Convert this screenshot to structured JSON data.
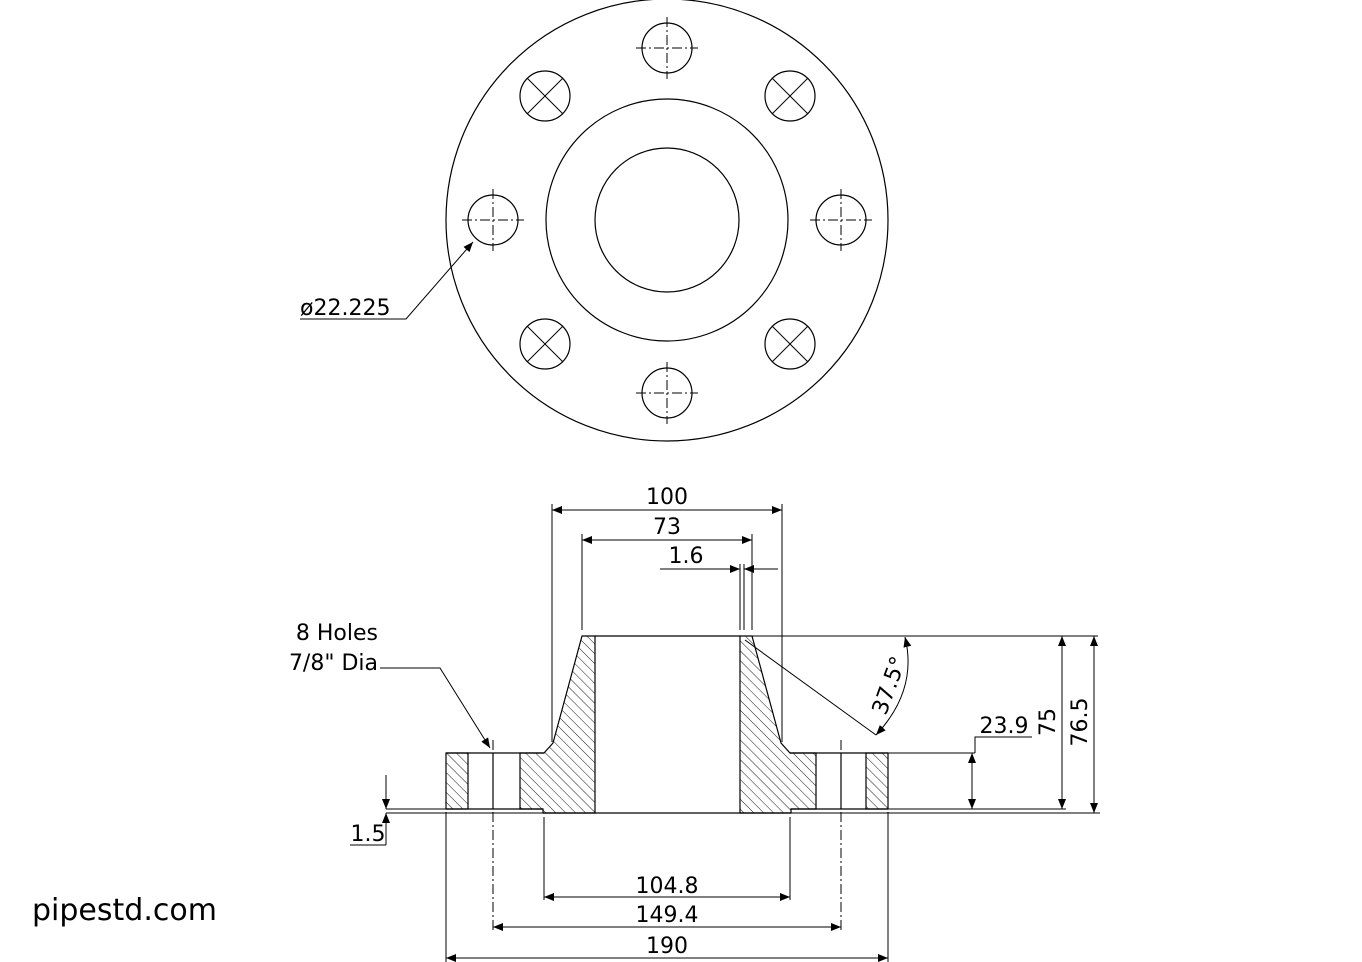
{
  "top_view": {
    "hole_diameter_label": "ø22.225"
  },
  "side_view": {
    "dimensions": {
      "hub_diameter": "100",
      "bore_diameter": "73",
      "weld_land": "1.6",
      "bevel_angle": "37.5°",
      "flange_thickness": "23.9",
      "hub_length": "75",
      "overall_length": "76.5",
      "raised_face_height": "1.5",
      "raised_face_diameter": "104.8",
      "bolt_circle_diameter": "149.4",
      "outside_diameter": "190"
    },
    "hole_note_line1": "8 Holes",
    "hole_note_line2": "7/8\" Dia"
  },
  "brand": "pipestd.com"
}
